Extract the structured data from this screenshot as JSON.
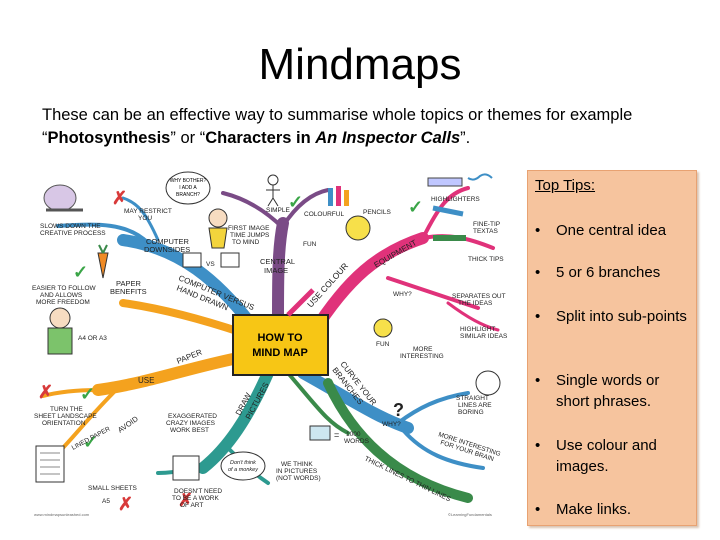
{
  "slide": {
    "title": "Mindmaps",
    "intro_pre": "These can be an effective way to summarise whole topics or themes for example “",
    "intro_bold1": "Photosynthesis",
    "intro_mid": "” or “",
    "intro_bold2": "Characters in ",
    "intro_bold_italic": "An Inspector Calls",
    "intro_post": "”."
  },
  "tips": {
    "heading": "Top Tips:",
    "items": [
      "One central idea",
      "5 or 6 branches",
      "Split into sub-points",
      "Single words or short phrases.",
      "Use colour and images.",
      "Make links."
    ]
  },
  "mindmap": {
    "center": [
      "HOW TO",
      "MIND MAP"
    ],
    "labels": {
      "why_bother": [
        "WHY BOTHER?",
        "I ADD A",
        "BRANCH?"
      ],
      "slows": [
        "SLOWS DOWN THE",
        "CREATIVE PROCESS"
      ],
      "may_restrict": [
        "MAY RESTRICT",
        "YOU"
      ],
      "comp_downsides": [
        "COMPUTER",
        "DOWNSIDES"
      ],
      "simple": "SIMPLE",
      "colourful": "COLOURFUL",
      "pencils": "PENCILS",
      "highlighters": "HIGHLIGHTERS",
      "fine_tip": [
        "FINE-TIP",
        "TEXTAS"
      ],
      "thick_tips": "THICK TIPS",
      "first_image": [
        "FIRST IMAGE",
        "TIME JUMPS",
        "TO MIND"
      ],
      "fun_small": "FUN",
      "central_image": [
        "CENTRAL",
        "IMAGE"
      ],
      "equipment": "EQUIPMENT",
      "use_colour": "USE COLOUR",
      "why": "WHY?",
      "separates": [
        "SEPARATES OUT",
        "THE IDEAS"
      ],
      "highlight_similar": [
        "HIGHLIGHT",
        "SIMILAR IDEAS"
      ],
      "fun": "FUN",
      "more_interesting": [
        "MORE",
        "INTERESTING"
      ],
      "vs": "VS",
      "paper_benefits": [
        "PAPER",
        "BENEFITS"
      ],
      "easier": [
        "EASIER TO FOLLOW",
        "AND ALLOWS",
        "MORE FREEDOM"
      ],
      "computer_vs": [
        "COMPUTER VERSUS",
        "HAND DRAWN"
      ],
      "a4_a3": "A4 OR A3",
      "paper": "PAPER",
      "use": "USE",
      "turn": [
        "TURN THE",
        "SHEET LANDSCAPE",
        "ORIENTATION"
      ],
      "avoid": "AVOID",
      "lined_paper": "LINED PAPER",
      "small_sheets": "SMALL SHEETS",
      "a5": "A5",
      "draw_pictures": [
        "DRAW",
        "PICTURES"
      ],
      "exaggerated": [
        "EXAGGERATED",
        "CRAZY IMAGES",
        "WORK BEST"
      ],
      "dont_think": [
        "Don't think",
        "of a monkey"
      ],
      "think_pictures": [
        "WE THINK",
        "IN PICTURES",
        "(NOT WORDS)"
      ],
      "doesnt_need": [
        "DOESN'T NEED",
        "TO BE A WORK",
        "OF ART"
      ],
      "curve_branches": [
        "CURVE YOUR",
        "BRANCHES"
      ],
      "why_q": "WHY?",
      "straight": [
        "STRAIGHT",
        "LINES ARE",
        "BORING"
      ],
      "more_interesting_brain": [
        "MORE INTERESTING",
        "FOR YOUR BRAIN"
      ],
      "thick_thin": "THICK LINES TO THIN LINES",
      "equals": "=",
      "thousand_words": [
        "1000",
        "WORDS"
      ],
      "footer_left": "www.mindmapsunleashed.com",
      "footer_right": "©LearningFundamentals"
    }
  },
  "colors": {
    "tips_bg": "#f6c49e",
    "center_box": "#f7c615",
    "branch_blue": "#3e8fc6",
    "branch_purple": "#7a4b86",
    "branch_pink": "#e0327a",
    "branch_orange": "#f4a21e",
    "branch_teal": "#2d9a90",
    "branch_green": "#3a8a4a",
    "check_green": "#3aa547",
    "cross_red": "#d83a3a"
  }
}
